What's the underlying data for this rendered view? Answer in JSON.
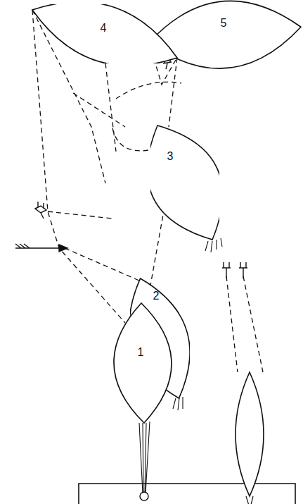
{
  "diagram": {
    "nodes": [
      {
        "text": [
          "4"
        ]
      },
      {
        "text": [
          "5"
        ]
      },
      {
        "text": [
          "3"
        ]
      },
      {
        "text": [
          "2"
        ]
      },
      {
        "text": [
          "1"
        ]
      }
    ]
  }
}
